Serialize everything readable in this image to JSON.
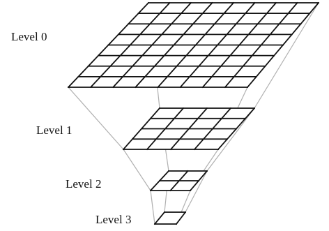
{
  "levels": [
    {
      "label": "Level 0",
      "grid": 8
    },
    {
      "label": "Level 1",
      "grid": 4
    },
    {
      "label": "Level 2",
      "grid": 2
    },
    {
      "label": "Level 3",
      "grid": 1
    }
  ],
  "colors": {
    "grid_line": "#111111",
    "connector_line": "#b0b0b0",
    "background": "#ffffff",
    "label_text": "#111111"
  }
}
